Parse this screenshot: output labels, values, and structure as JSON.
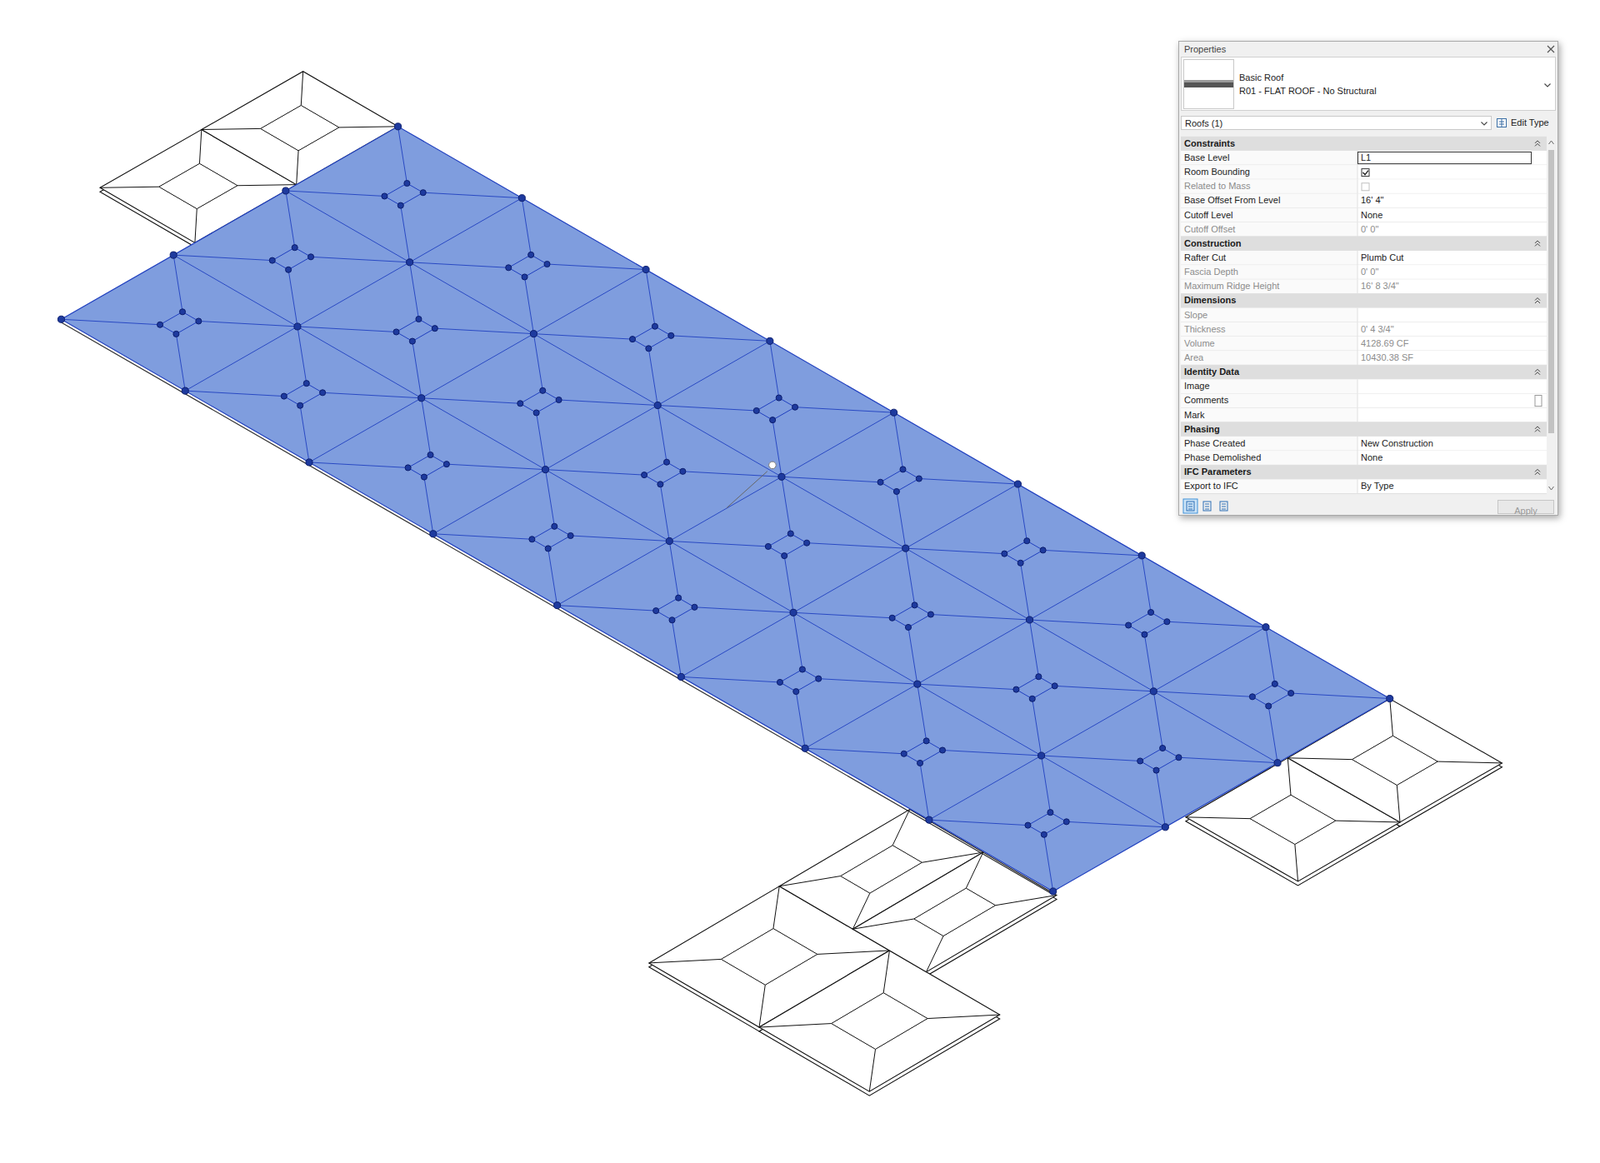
{
  "diagram": {
    "nodes": [
      {
        "text": [
          "Properties"
        ]
      },
      {
        "text": [
          "Basic Roof",
          "R01 - FLAT ROOF - No Structural"
        ],
        "in": 0
      },
      {
        "text": [
          "Roofs (1)"
        ],
        "in": 0
      },
      {
        "text": [
          "Edit Type"
        ],
        "in": 0
      },
      {
        "text": [
          "Apply"
        ],
        "in": 0
      }
    ],
    "labels": [
      "Constraints",
      "Base Level",
      "L1",
      "Room Bounding",
      "Related to Mass",
      "Base Offset From Level",
      "16' 4\"",
      "Cutoff Level",
      "None",
      "Cutoff Offset",
      "0' 0\"",
      "Construction",
      "Rafter Cut",
      "Plumb Cut",
      "Fascia Depth",
      "0' 0\"",
      "Maximum Ridge Height",
      "16' 8 3/4\"",
      "Dimensions",
      "Slope",
      "Thickness",
      "0' 4 3/4\"",
      "Volume",
      "4128.69 CF",
      "Area",
      "10430.38 SF",
      "Identity Data",
      "Image",
      "Comments",
      "Mark",
      "Phasing",
      "Phase Created",
      "New Construction",
      "Phase Demolished",
      "None",
      "IFC Parameters",
      "Export to IFC",
      "By Type"
    ]
  }
}
